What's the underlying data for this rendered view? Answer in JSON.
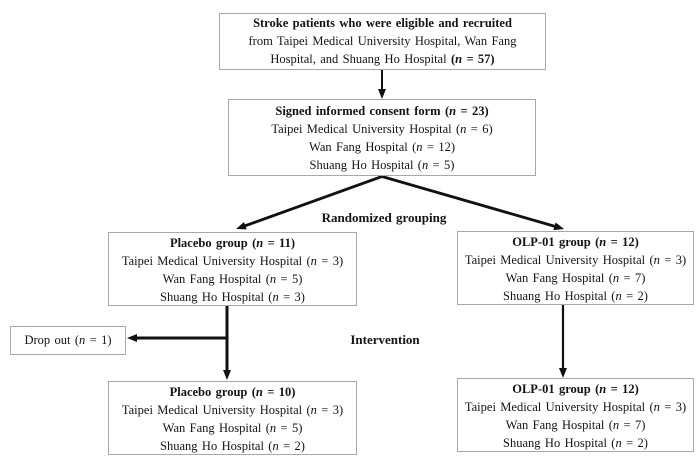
{
  "figure": {
    "type": "flowchart",
    "boxes": {
      "recruited": {
        "title": "Stroke patients who were eligible and recruited",
        "line2": "from Taipei Medical University Hospital, Wan Fang",
        "line3": "Hospital, and Shuang Ho Hospital",
        "n_label": "(n = 57)"
      },
      "consent": {
        "title": "Signed informed consent form (n = 23)",
        "hospitals": [
          "Taipei Medical University Hospital (n = 6)",
          "Wan Fang Hospital (n = 12)",
          "Shuang Ho Hospital (n = 5)"
        ]
      },
      "placebo_mid": {
        "title": "Placebo group (n = 11)",
        "hospitals": [
          "Taipei Medical University Hospital (n = 3)",
          "Wan Fang Hospital (n = 5)",
          "Shuang Ho Hospital (n = 3)"
        ]
      },
      "olp_mid": {
        "title": "OLP-01 group (n = 12)",
        "hospitals": [
          "Taipei Medical University Hospital (n = 3)",
          "Wan Fang Hospital (n = 7)",
          "Shuang Ho Hospital (n = 2)"
        ]
      },
      "dropout": {
        "text": "Drop out (n = 1)"
      },
      "placebo_final": {
        "title": "Placebo group (n = 10)",
        "hospitals": [
          "Taipei Medical University Hospital (n = 3)",
          "Wan Fang Hospital (n = 5)",
          "Shuang Ho Hospital (n = 2)"
        ]
      },
      "olp_final": {
        "title": "OLP-01 group (n = 12)",
        "hospitals": [
          "Taipei Medical University Hospital (n = 3)",
          "Wan Fang Hospital (n = 7)",
          "Shuang Ho Hospital (n = 2)"
        ]
      }
    },
    "labels": {
      "randomized_grouping": "Randomized grouping",
      "intervention": "Intervention"
    },
    "colors": {
      "box_border": "#a8a8a8",
      "arrow": "#111111",
      "text": "#141414",
      "background": "#ffffff"
    }
  }
}
